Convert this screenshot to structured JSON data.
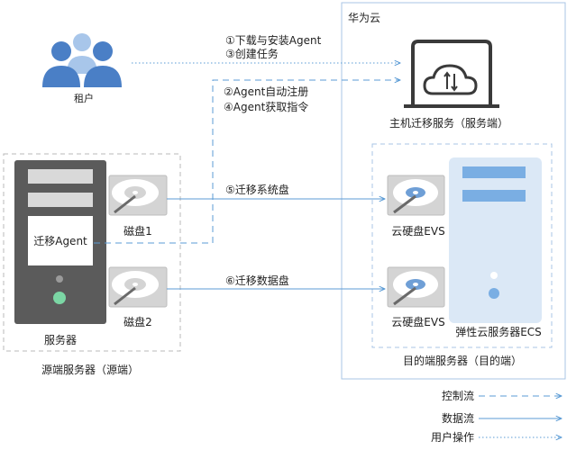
{
  "cloud": {
    "title": "华为云"
  },
  "tenant": {
    "label": "租户"
  },
  "host_migration_service": {
    "label": "主机迁移服务（服务端）"
  },
  "source_server": {
    "group_label": "源端服务器（源端）",
    "server_label": "服务器",
    "agent_label": "迁移Agent",
    "disk1_label": "磁盘1",
    "disk2_label": "磁盘2"
  },
  "destination": {
    "group_label": "目的端服务器（目的端）",
    "evs1_label": "云硬盘EVS",
    "evs2_label": "云硬盘EVS",
    "ecs_label": "弹性云服务器ECS"
  },
  "steps": {
    "s1": "①下载与安装Agent",
    "s3": "③创建任务",
    "s2": "②Agent自动注册",
    "s4": "④Agent获取指令",
    "s5": "⑤迁移系统盘",
    "s6": "⑥迁移数据盘"
  },
  "legend": {
    "control_flow": "控制流",
    "data_flow": "数据流",
    "user_operation": "用户操作"
  },
  "colors": {
    "flow_blue": "#5b9bd5",
    "server_dark": "#5b5b5b",
    "ecs_light": "#dbe8f6",
    "agent_green": "#7bd6a4"
  }
}
